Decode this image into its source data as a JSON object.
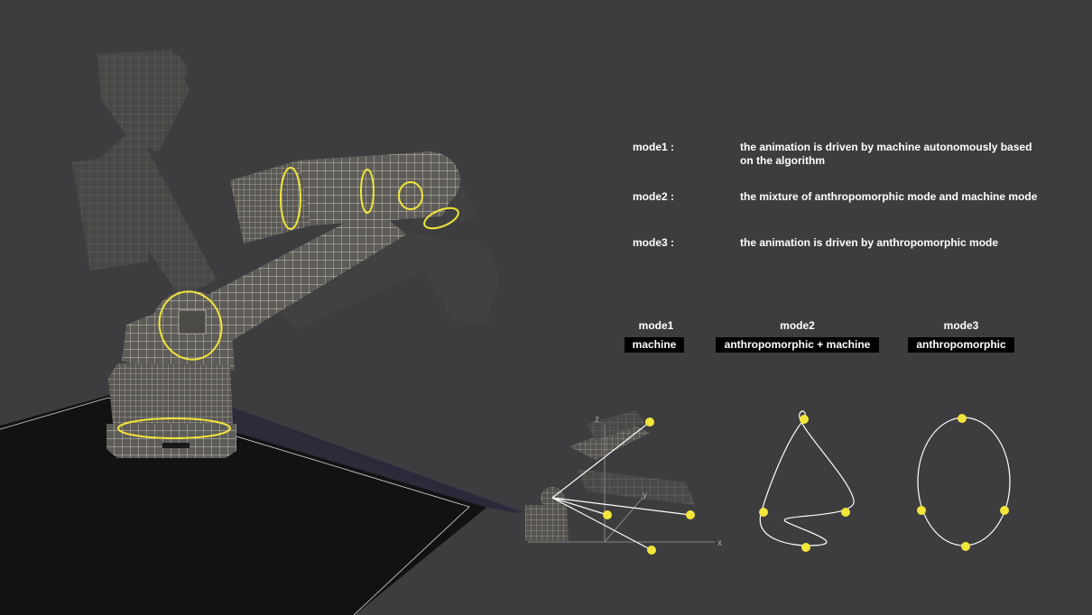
{
  "descriptions": [
    {
      "label": "mode1 :",
      "text": "the animation is driven by machine autonomously based on the algorithm"
    },
    {
      "label": "mode2 :",
      "text": "the mixture of anthropomorphic mode and machine mode"
    },
    {
      "label": "mode3 :",
      "text": "the animation is driven by anthropomorphic mode"
    }
  ],
  "modes": [
    {
      "title": "mode1",
      "tag": "machine"
    },
    {
      "title": "mode2",
      "tag": "anthropomorphic  + machine"
    },
    {
      "title": "mode3",
      "tag": "anthropomorphic"
    }
  ],
  "axes": {
    "x": "x",
    "y": "y",
    "z": "z"
  },
  "colors": {
    "background": "#3d3d3f",
    "highlight": "#f2e63a",
    "wireframe": "#e6e1d2",
    "floor": "#111111",
    "tag_background": "#000000"
  }
}
